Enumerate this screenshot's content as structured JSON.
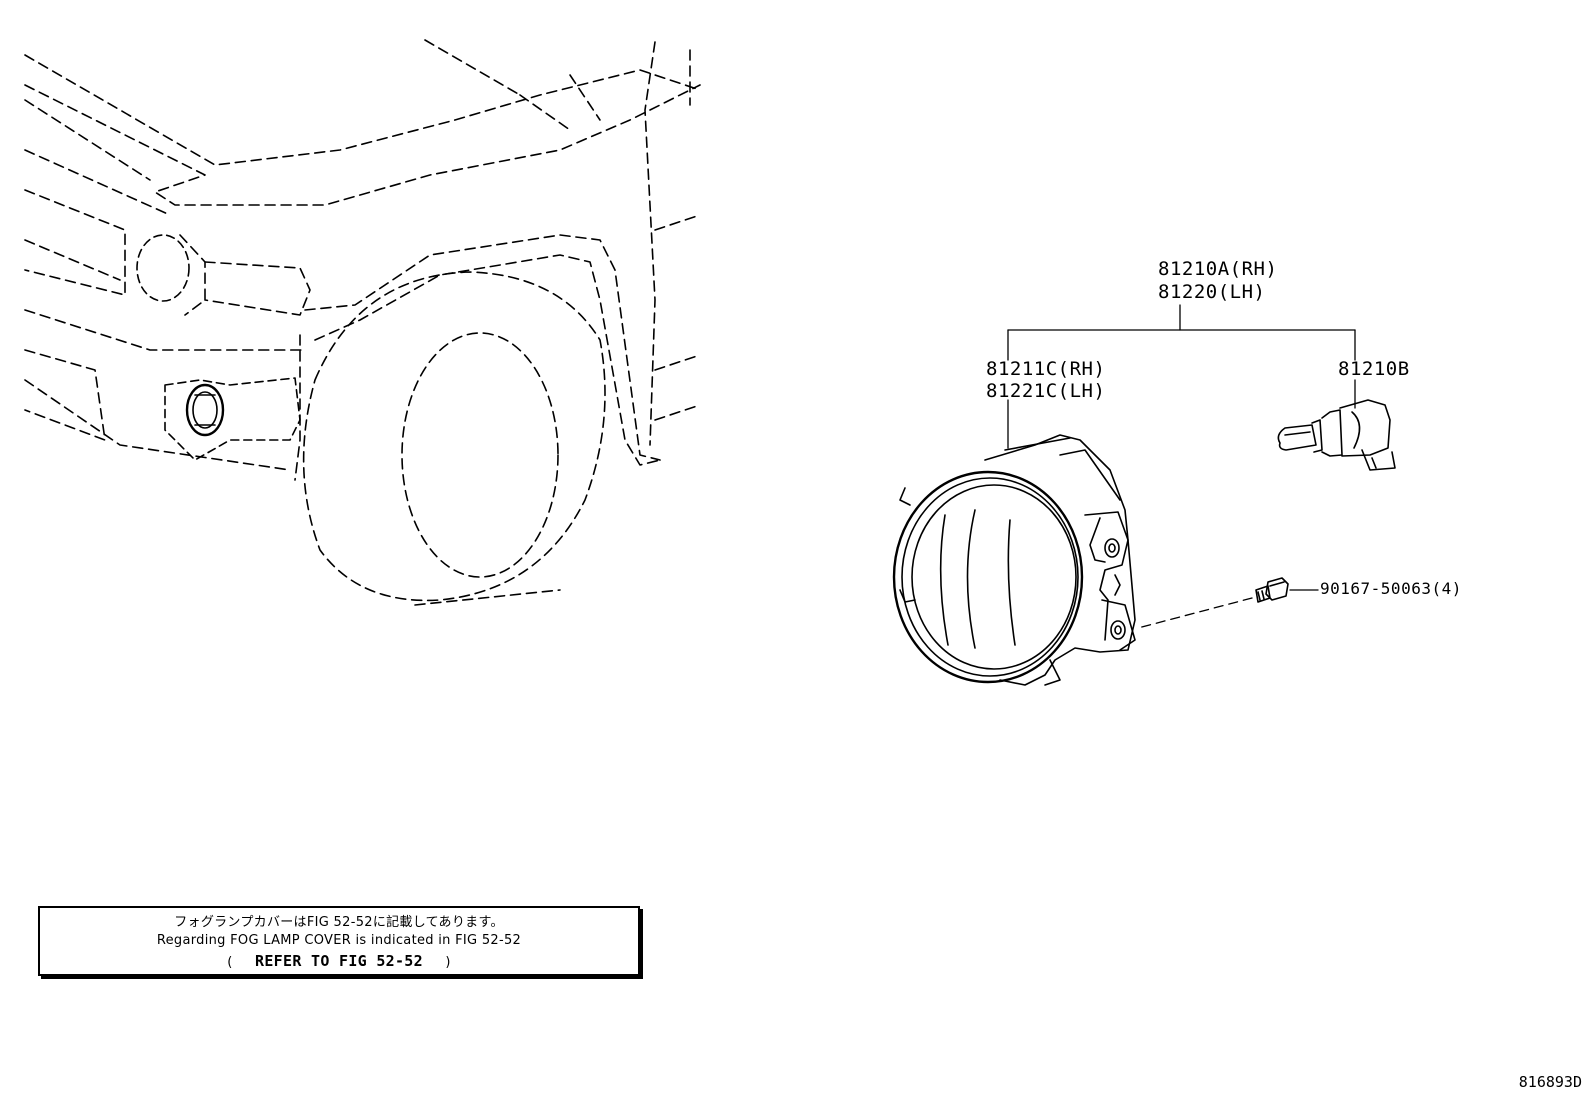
{
  "labels": {
    "assembly_rh": "81210A(RH)",
    "assembly_lh": "81220(LH)",
    "unit_rh": "81211C(RH)",
    "unit_lh": "81221C(LH)",
    "bulb": "81210B",
    "screw": "90167-50063(4)"
  },
  "note": {
    "japanese": "フォグランプカバーはFIG 52-52に記載してあります。",
    "english": "Regarding FOG LAMP COVER is indicated in FIG 52-52",
    "open_paren": "(",
    "refer": "REFER TO FIG 52-52",
    "close_paren": ")"
  },
  "figure_id": "816893D"
}
